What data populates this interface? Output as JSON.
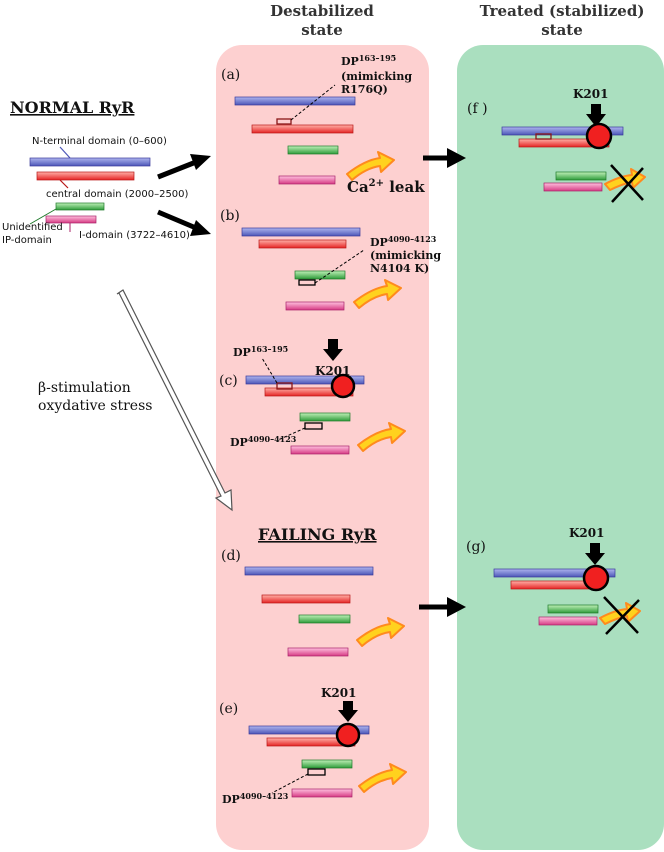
{
  "headers": {
    "destabilized_line1": "Destabilized",
    "destabilized_line2": "state",
    "treated_line1": "Treated (stabilized)",
    "treated_line2": "state"
  },
  "normal": {
    "title": "NORMAL RyR",
    "n_terminal": "N-terminal domain (0–600)",
    "central": "central domain (2000–2500)",
    "unidentified_line1": "Unidentified",
    "unidentified_line2": "IP-domain",
    "i_domain": "I-domain (3722–4610)"
  },
  "stimulation": {
    "line1": "β-stimulation",
    "line2": "oxydative stress"
  },
  "failing": {
    "title": "FAILING RyR"
  },
  "panels": {
    "a": "(a)",
    "b": "(b)",
    "c": "(c)",
    "d": "(d)",
    "e": "(e)",
    "f": "(f )",
    "g": "(g)"
  },
  "annotations": {
    "dp_prefix": "DP",
    "dp163_sup": "163–195",
    "dp4090_sup": "4090–4123",
    "mimicking_r176q_line1": "(mimicking",
    "mimicking_r176q_line2": "R176Q)",
    "mimicking_n4104k_line1": "(mimicking",
    "mimicking_n4104k_line2": "N4104 K)",
    "ca_leak_prefix": "Ca",
    "ca_leak_sup": "2+",
    "ca_leak_suffix": " leak",
    "k201": "K201"
  },
  "colors": {
    "destabilized_bg": "#fdd0d0",
    "treated_bg": "#aadfbf",
    "n_terminal_bar": "#5a65c4",
    "central_bar": "#ee3a3a",
    "ip_bar": "#3aa84a",
    "i_domain_bar": "#e0498e",
    "flow_arrow_fill": "#ffd21e",
    "flow_arrow_stroke": "#ff8a1e",
    "k201_fill": "#f02020"
  }
}
